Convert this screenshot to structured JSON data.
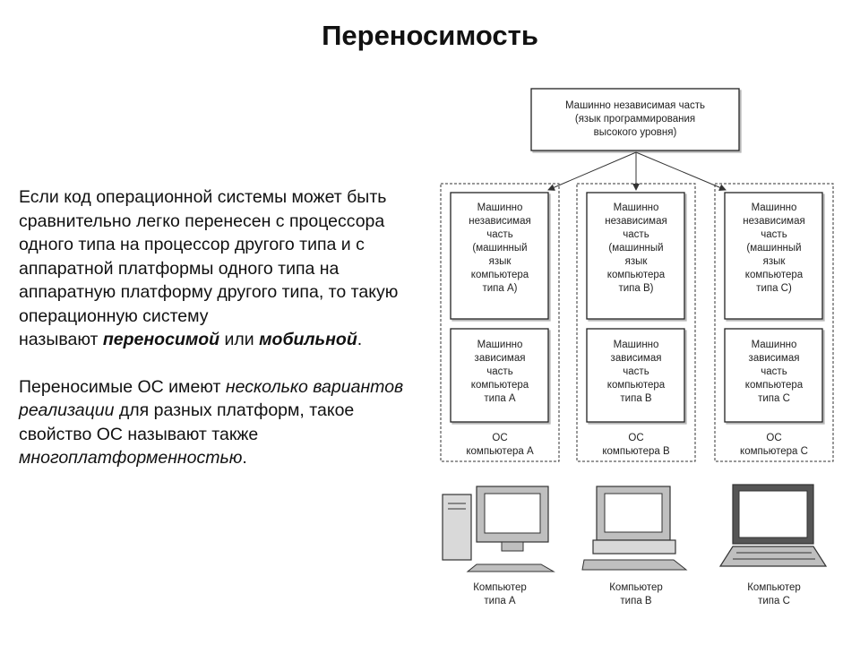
{
  "title": "Переносимость",
  "paragraph1": {
    "text_a": "Если код операционной системы может быть сравнительно легко перенесен с процессора одного типа на процессор другого типа и с аппаратной платформы одного типа на аппаратную платформу другого типа, то такую операционную систему",
    "text_b": "называют ",
    "term1": "переносимой",
    "text_c": " или ",
    "term2": "мобильной",
    "text_d": "."
  },
  "paragraph2": {
    "text_a": "Переносимые ОС имеют ",
    "emph1": "несколько вариантов реализации",
    "text_b": " для разных платформ, такое свойство ОС называют также ",
    "emph2": "многоплатформенностью",
    "text_c": "."
  },
  "diagram": {
    "top_box": [
      "Машинно независимая часть",
      "(язык программирования",
      "высокого уровня)"
    ],
    "columns": [
      {
        "upper": [
          "Машинно",
          "независимая",
          "часть",
          "(машинный",
          "язык",
          "компьютера",
          "типа A)"
        ],
        "lower": [
          "Машинно",
          "зависимая",
          "часть",
          "компьютера",
          "типа A"
        ],
        "os": [
          "ОС",
          "компьютера A"
        ],
        "computer": [
          "Компьютер",
          "типа A"
        ],
        "computer_icon": "desktop-tower-computer-icon"
      },
      {
        "upper": [
          "Машинно",
          "независимая",
          "часть",
          "(машинный",
          "язык",
          "компьютера",
          "типа B)"
        ],
        "lower": [
          "Машинно",
          "зависимая",
          "часть",
          "компьютера",
          "типа B"
        ],
        "os": [
          "ОС",
          "компьютера B"
        ],
        "computer": [
          "Компьютер",
          "типа B"
        ],
        "computer_icon": "desktop-computer-icon"
      },
      {
        "upper": [
          "Машинно",
          "независимая",
          "часть",
          "(машинный",
          "язык",
          "компьютера",
          "типа C)"
        ],
        "lower": [
          "Машинно",
          "зависимая",
          "часть",
          "компьютера",
          "типа C"
        ],
        "os": [
          "ОС",
          "компьютера C"
        ],
        "computer": [
          "Компьютер",
          "типа C"
        ],
        "computer_icon": "laptop-computer-icon"
      }
    ]
  }
}
